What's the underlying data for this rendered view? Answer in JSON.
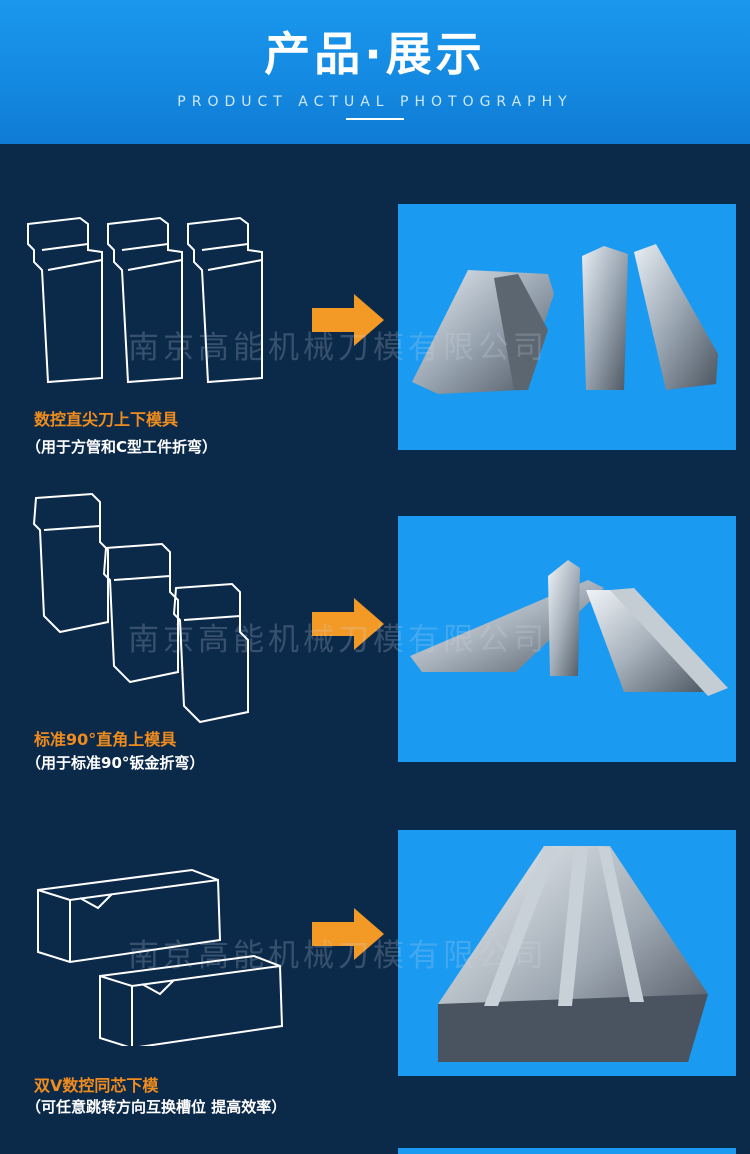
{
  "header": {
    "title": "产品·展示",
    "subtitle": "PRODUCT ACTUAL PHOTOGRAPHY"
  },
  "watermark": "南京高能机械刀模有限公司",
  "products": [
    {
      "name": "数控直尖刀上下模具",
      "note": "（用于方管和C型工件折弯）"
    },
    {
      "name": "标准90°直角上模具",
      "note": "（用于标准90°钣金折弯）"
    },
    {
      "name": "双V数控同芯下模",
      "note": "（可任意跳转方向互换槽位 提高效率）"
    }
  ],
  "colors": {
    "background": "#0b2a4a",
    "header": "#1488e0",
    "accent": "#f39a26",
    "photo_bg": "#1a9af0"
  }
}
